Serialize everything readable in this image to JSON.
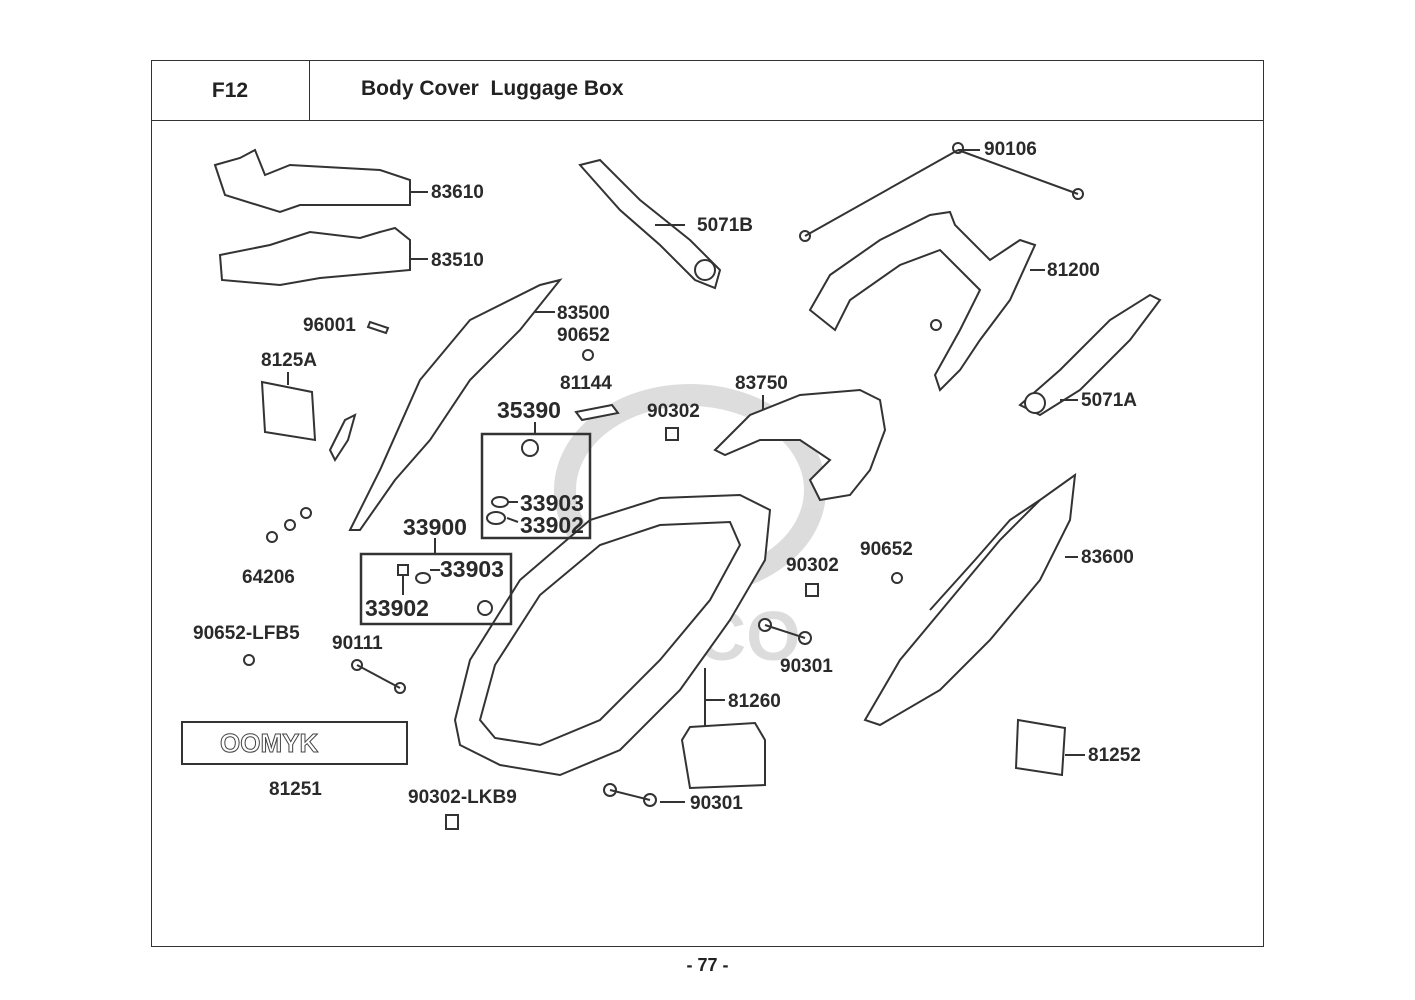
{
  "header": {
    "code": "F12",
    "title": "Body Cover  Luggage Box"
  },
  "watermark": {
    "brand": "KYMCO"
  },
  "labels": [
    "83610",
    "83510",
    "96001",
    "8125A",
    "83500",
    "90652",
    "81144",
    "35390",
    "33903",
    "33902",
    "33900",
    "33903",
    "33902",
    "64206",
    "90652-LFB5",
    "90111",
    "81251",
    "90302-LKB9",
    "5071B",
    "90302",
    "83750",
    "90106",
    "81200",
    "5071A",
    "90302",
    "90652",
    "83600",
    "90301",
    "81260",
    "81252",
    "90301"
  ],
  "page_number": "- 77 -"
}
